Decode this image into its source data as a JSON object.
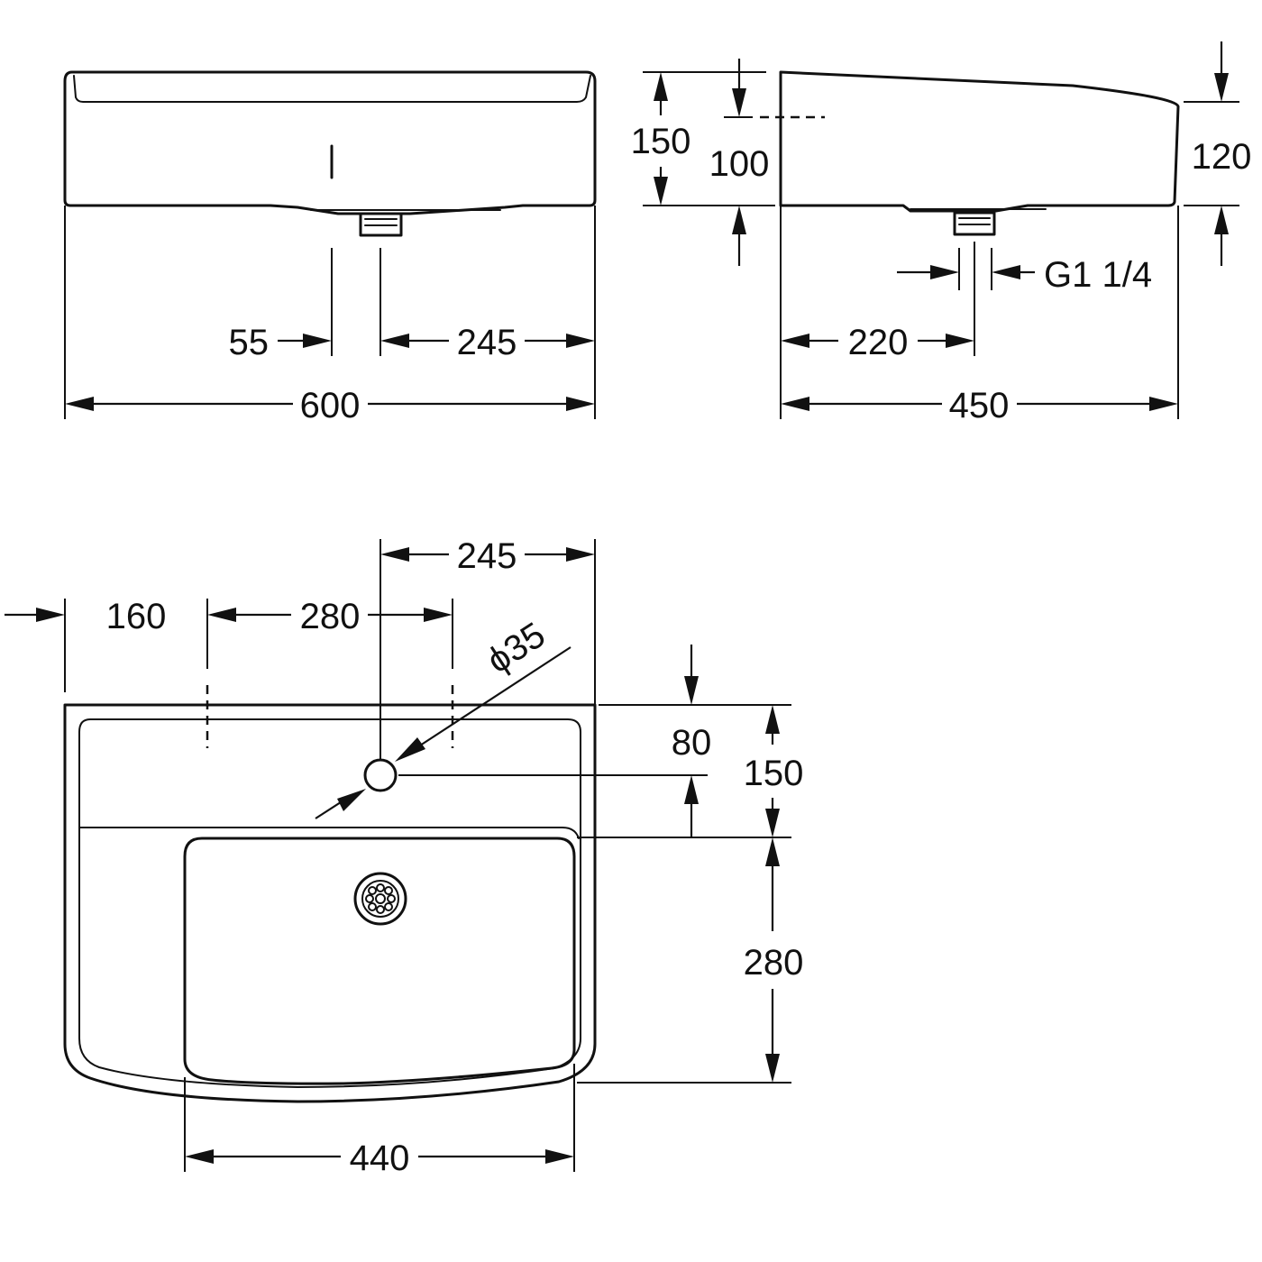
{
  "colors": {
    "line": "#111111",
    "background": "#ffffff"
  },
  "front_view": {
    "width": "600",
    "drain_offset": "55",
    "drain_to_edge": "245"
  },
  "side_view": {
    "total_height": "150",
    "inner_depth": "100",
    "front_height": "120",
    "thread": "G1 1/4",
    "drain_position": "220",
    "depth": "450"
  },
  "top_view": {
    "tap_to_edge": "245",
    "left_margin": "160",
    "bracket_spacing": "280",
    "tap_diameter": "ϕ35",
    "tap_from_back": "80",
    "deck_depth": "150",
    "bowl_depth": "280",
    "bowl_width": "440"
  }
}
